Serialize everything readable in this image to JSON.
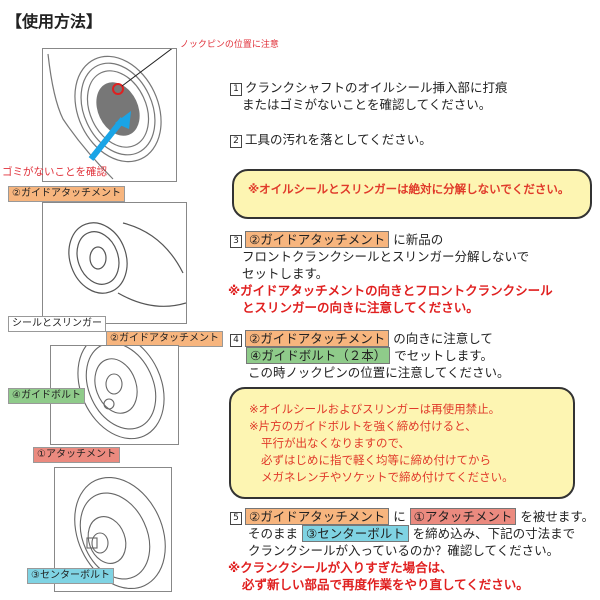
{
  "title": "【使用方法】",
  "figure": {
    "knock_pin_note": "ノックピンの位置に注意",
    "dust_note": "ゴミがないことを確認",
    "label_guide_attachment": "②ガイドアタッチメント",
    "label_seal_slinger": "シールとスリンガー",
    "label_guide_attachment_2": "②ガイドアタッチメント",
    "label_guide_bolt": "④ガイドボルト",
    "label_attachment": "①アタッチメント",
    "label_center_bolt": "③センターボルト"
  },
  "steps": {
    "s1": {
      "num": "1",
      "line1": "クランクシャフトのオイルシール挿入部に打痕",
      "line2": "またはゴミがないことを確認してください。"
    },
    "s2": {
      "num": "2",
      "line1": "工具の汚れを落としてください。"
    },
    "note1": "※オイルシールとスリンガーは絶対に分解しないでください。",
    "s3": {
      "num": "3",
      "tag": "②ガイドアタッチメント",
      "after": " に新品の",
      "line2": "フロントクランクシールとスリンガー分解しないで",
      "line3": "セットします。",
      "warn1": "※ガイドアタッチメントの向きとフロントクランクシール",
      "warn2": "とスリンガーの向きに注意してください。"
    },
    "s4": {
      "num": "4",
      "tag": "②ガイドアタッチメント",
      "after": " の向きに注意して",
      "tag2": "④ガイドボルト（２本）",
      "after2": " でセットします。",
      "line3": "この時ノックピンの位置に注意してください。"
    },
    "note2": [
      "※オイルシールおよびスリンガーは再使用禁止。",
      "※片方のガイドボルトを強く締め付けると、",
      "平行が出なくなりますので、",
      "必ずはじめに指で軽く均等に締め付けてから",
      "メガネレンチやソケットで締め付けてください。"
    ],
    "s5": {
      "num": "5",
      "tag": "②ガイドアタッチメント",
      "mid": " に ",
      "tag2": "①アタッチメント",
      "after": " を被せます。",
      "pre2": "そのまま ",
      "tag3": "③センターボルト",
      "after2": " を締め込み、下記の寸法まで",
      "line3": "クランクシールが入っているのか？確認してください。",
      "warn1": "※クランクシールが入りすぎた場合は、",
      "warn2": "必ず新しい部品で再度作業をやり直してください。"
    }
  },
  "colors": {
    "orange": "#f7b57e",
    "green": "#8fcb8a",
    "red": "#eb8a7f",
    "cyan": "#7fd3e3",
    "note_bg": "#fdf5b2",
    "warn": "#e02020"
  }
}
